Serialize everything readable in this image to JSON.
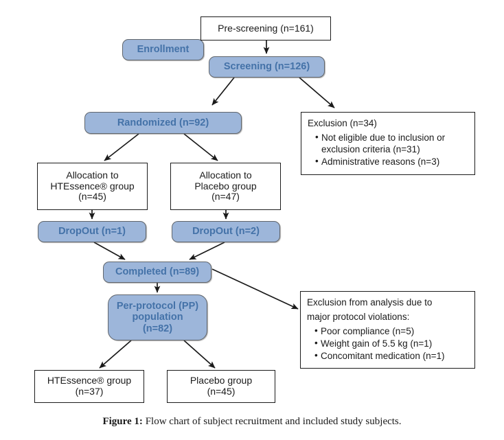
{
  "figure": {
    "caption_label": "Figure 1:",
    "caption_text": " Flow chart of subject recruitment and included study subjects."
  },
  "colors": {
    "node_blue_fill": "#9DB6DA",
    "node_blue_text": "#4472A8",
    "node_blue_border": "#60656B",
    "node_white_fill": "#FFFFFF",
    "node_white_border": "#1A1A1A",
    "edge": "#1A1A1A"
  },
  "chart_data": {
    "type": "diagram",
    "title": "Flow chart of subject recruitment and included study subjects",
    "nodes": [
      {
        "id": "enrollment",
        "style": "blue",
        "lines": [
          "Enrollment"
        ]
      },
      {
        "id": "prescreening",
        "style": "white",
        "lines": [
          "Pre-screening (n=161)"
        ],
        "n": 161
      },
      {
        "id": "screening",
        "style": "blue",
        "lines": [
          "Screening (n=126)"
        ],
        "n": 126
      },
      {
        "id": "randomized",
        "style": "blue",
        "lines": [
          "Randomized (n=92)"
        ],
        "n": 92
      },
      {
        "id": "exclusion1",
        "style": "white",
        "head": "Exclusion (n=34)",
        "n": 34,
        "items": [
          "Not eligible due to inclusion or exclusion criteria (n=31)",
          "Administrative reasons (n=3)"
        ]
      },
      {
        "id": "alloc_active",
        "style": "white",
        "lines": [
          "Allocation to",
          "HTEssence® group",
          "(n=45)"
        ],
        "n": 45
      },
      {
        "id": "alloc_placebo",
        "style": "white",
        "lines": [
          "Allocation to",
          "Placebo group",
          "(n=47)"
        ],
        "n": 47
      },
      {
        "id": "dropout1",
        "style": "blue",
        "lines": [
          "DropOut (n=1)"
        ],
        "n": 1
      },
      {
        "id": "dropout2",
        "style": "blue",
        "lines": [
          "DropOut (n=2)"
        ],
        "n": 2
      },
      {
        "id": "completed",
        "style": "blue",
        "lines": [
          "Completed (n=89)"
        ],
        "n": 89
      },
      {
        "id": "pp_population",
        "style": "blue",
        "lines": [
          "Per-protocol (PP)",
          "population",
          "(n=82)"
        ],
        "n": 82
      },
      {
        "id": "exclusion2",
        "style": "white",
        "head": "Exclusion from analysis due to major protocol violations:",
        "items": [
          "Poor compliance (n=5)",
          "Weight gain of 5.5 kg (n=1)",
          "Concomitant medication (n=1)"
        ]
      },
      {
        "id": "final_active",
        "style": "white",
        "lines": [
          "HTEssence® group",
          "(n=37)"
        ],
        "n": 37
      },
      {
        "id": "final_placebo",
        "style": "white",
        "lines": [
          "Placebo group",
          "(n=45)"
        ],
        "n": 45
      }
    ],
    "edges": [
      {
        "from": "prescreening",
        "to": "screening"
      },
      {
        "from": "screening",
        "to": "randomized"
      },
      {
        "from": "screening",
        "to": "exclusion1"
      },
      {
        "from": "randomized",
        "to": "alloc_active"
      },
      {
        "from": "randomized",
        "to": "alloc_placebo"
      },
      {
        "from": "alloc_active",
        "to": "dropout1"
      },
      {
        "from": "alloc_placebo",
        "to": "dropout2"
      },
      {
        "from": "dropout1",
        "to": "completed"
      },
      {
        "from": "dropout2",
        "to": "completed"
      },
      {
        "from": "completed",
        "to": "pp_population"
      },
      {
        "from": "completed",
        "to": "exclusion2"
      },
      {
        "from": "pp_population",
        "to": "final_active"
      },
      {
        "from": "pp_population",
        "to": "final_placebo"
      }
    ]
  },
  "nodes": {
    "enrollment": {
      "l0": "Enrollment"
    },
    "prescreening": {
      "l0": "Pre-screening (n=161)"
    },
    "screening": {
      "l0": "Screening (n=126)"
    },
    "randomized": {
      "l0": "Randomized (n=92)"
    },
    "exclusion1": {
      "head": "Exclusion (n=34)",
      "i0": "Not eligible due to inclusion or exclusion criteria (n=31)",
      "i1": "Administrative reasons (n=3)"
    },
    "alloc_active": {
      "l0": "Allocation to",
      "l1": "HTEssence® group",
      "l2": "(n=45)"
    },
    "alloc_placebo": {
      "l0": "Allocation to",
      "l1": "Placebo group",
      "l2": "(n=47)"
    },
    "dropout1": {
      "l0": "DropOut (n=1)"
    },
    "dropout2": {
      "l0": "DropOut (n=2)"
    },
    "completed": {
      "l0": "Completed (n=89)"
    },
    "pp_population": {
      "l0": "Per-protocol (PP)",
      "l1": "population",
      "l2": "(n=82)"
    },
    "exclusion2": {
      "head0": "Exclusion from analysis due to",
      "head1": "major protocol violations:",
      "i0": "Poor compliance (n=5)",
      "i1": "Weight gain of 5.5 kg (n=1)",
      "i2": "Concomitant medication (n=1)"
    },
    "final_active": {
      "l0": "HTEssence® group",
      "l1": "(n=37)"
    },
    "final_placebo": {
      "l0": "Placebo group",
      "l1": "(n=45)"
    }
  }
}
